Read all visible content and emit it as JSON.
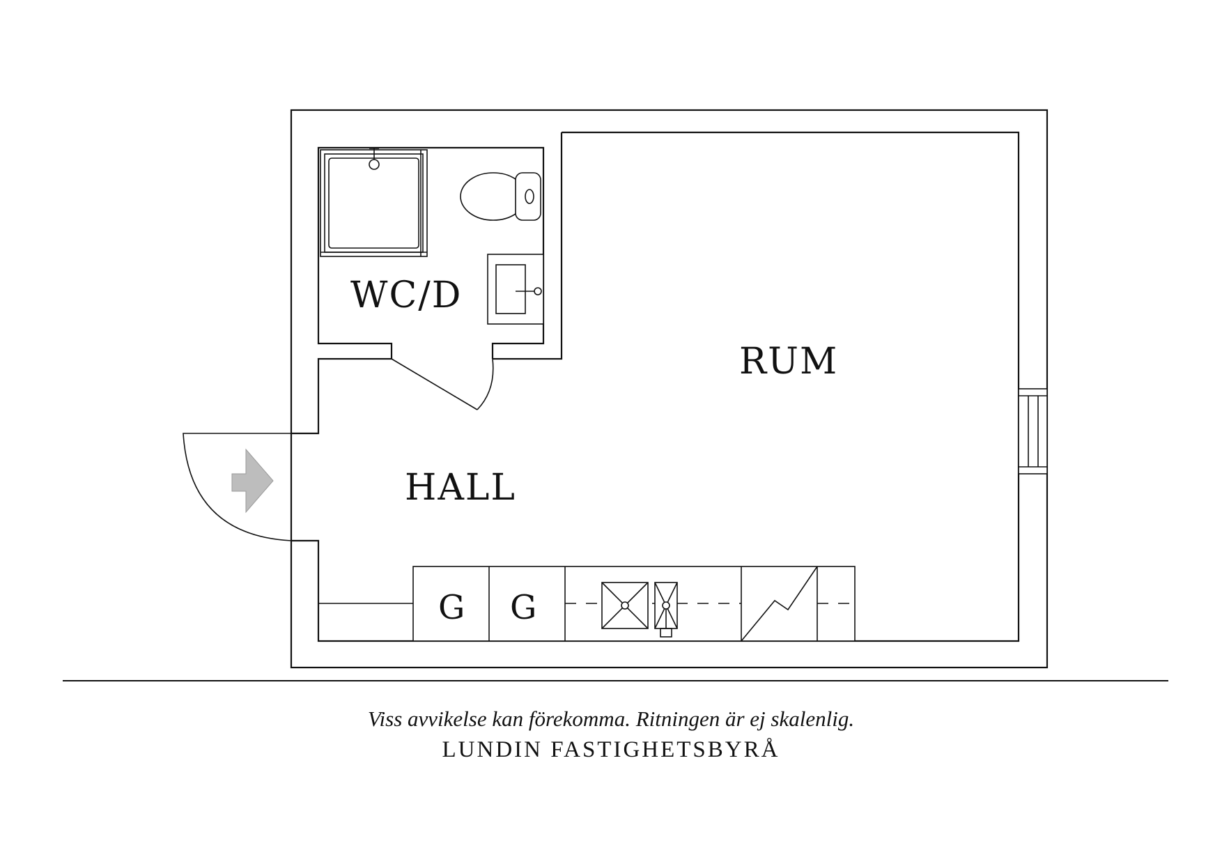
{
  "rooms": {
    "bath": "WC/D",
    "main": "RUM",
    "hall": "HALL"
  },
  "appliances": {
    "cabinet_a": "G",
    "cabinet_b": "G"
  },
  "footer": {
    "disclaimer": "Viss avvikelse kan förekomma. Ritningen är ej skalenlig.",
    "company": "LUNDIN FASTIGHETSBYRÅ"
  },
  "icons": {
    "entrance": "entrance-arrow-icon"
  },
  "colors": {
    "line": "#111111",
    "entrance_arrow": "#bdbdbd",
    "background": "#ffffff"
  }
}
